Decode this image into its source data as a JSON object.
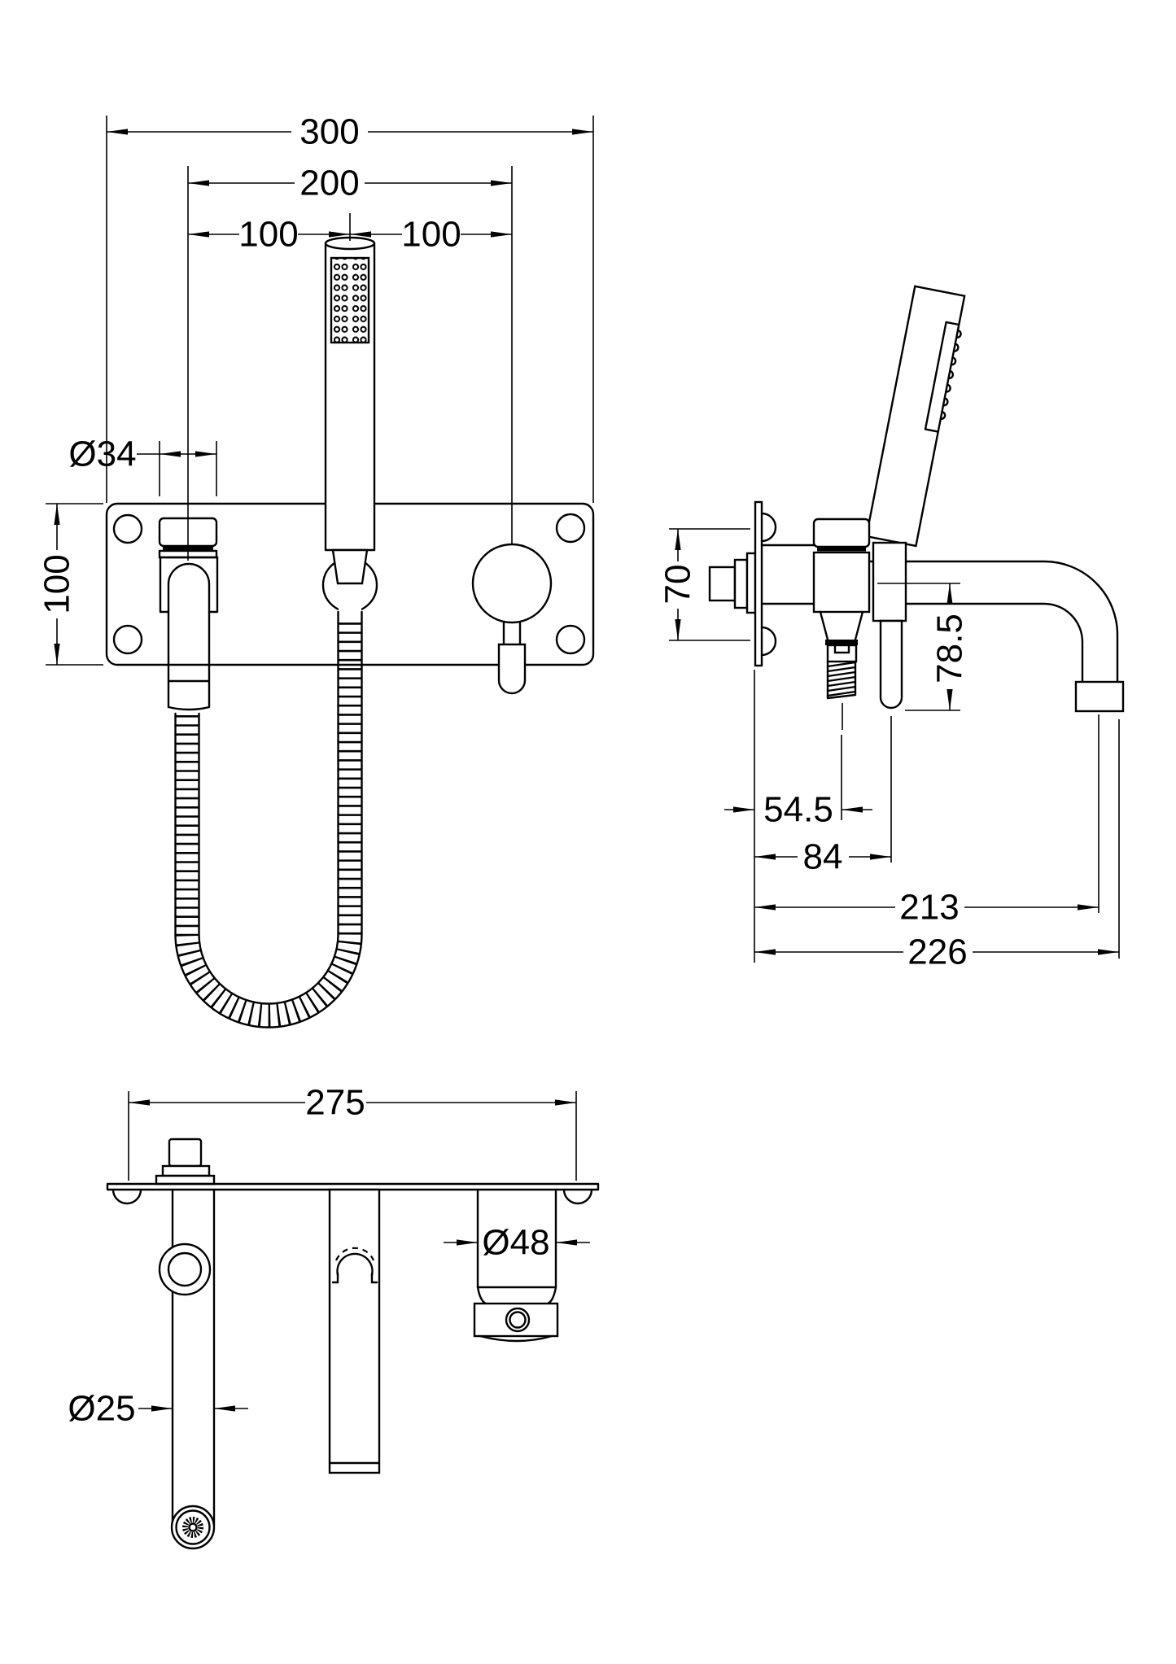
{
  "drawing": {
    "type": "technical-dimension-drawing",
    "subject": "wall-mounted bath shower mixer with handset, hose, spout and control knob",
    "background_color": "#ffffff",
    "line_color": "#000000",
    "views": {
      "front": {
        "name": "front-elevation",
        "dims": {
          "overall_width": "300",
          "outlet_centres": "200",
          "left_centre": "100",
          "right_centre": "100",
          "wall_union_diameter": "Ø34",
          "backplate_height": "100"
        }
      },
      "side": {
        "name": "side-elevation",
        "dims": {
          "union_height": "70",
          "spout_drop": "78.5",
          "hose_outlet_projection": "54.5",
          "handle_projection": "84",
          "spout_centre_reach": "213",
          "overall_projection": "226"
        }
      },
      "bottom": {
        "name": "bottom-plan",
        "dims": {
          "fixing_centres": "275",
          "knob_diameter": "Ø48",
          "spout_diameter": "Ø25"
        }
      }
    }
  }
}
